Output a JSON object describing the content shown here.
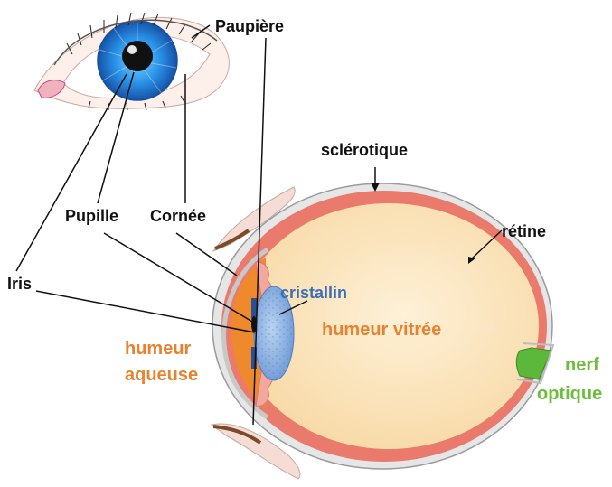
{
  "labels": {
    "paupiere": "Paupière",
    "sclerotique": "sclérotique",
    "retine": "rétine",
    "pupille": "Pupille",
    "cornee": "Cornée",
    "iris": "Iris",
    "cristallin": "cristallin",
    "humeur_vitree": "humeur vitrée",
    "humeur_aqueuse_1": "humeur",
    "humeur_aqueuse_2": "aqueuse",
    "nerf_1": "nerf",
    "nerf_2": "optique"
  },
  "colors": {
    "label_black": "#111111",
    "label_blue": "#3b6fb6",
    "label_orange": "#e8822f",
    "label_green": "#6bbf3a",
    "sclera": "#d8d8d8",
    "choroid": "#e8756a",
    "vitreous": "#fbe3b8",
    "lens": "#8eb4e0",
    "iris_blue": "#2f8fe6",
    "aqueous": "#ee8a2c",
    "optic_nerve": "#5cb83a",
    "skin": "#f6d6cc"
  }
}
